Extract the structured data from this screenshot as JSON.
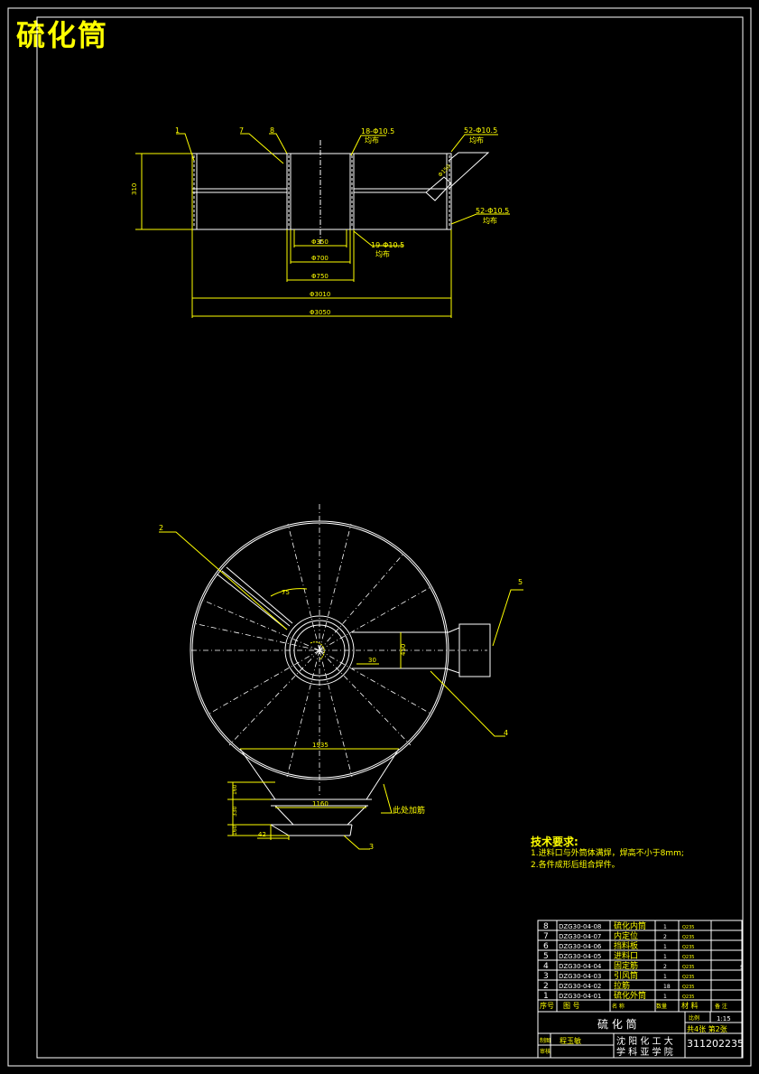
{
  "title": "硫化筒",
  "colors": {
    "background": "#000000",
    "line": "#ffffff",
    "annotation": "#ffff00"
  },
  "top_view": {
    "leaders": [
      "1",
      "7",
      "8",
      "18-Φ10.5",
      "均布",
      "52-Φ10.5",
      "均布",
      "52-Φ10.5",
      "均布",
      "19-Φ10.5",
      "均布"
    ],
    "dims": {
      "height": "310",
      "d1": "Φ350",
      "d2": "Φ700",
      "d3": "Φ750",
      "d4": "Φ3010",
      "d5": "Φ3050",
      "duct": "Φ150"
    }
  },
  "plan_view": {
    "leaders": [
      "2",
      "5",
      "4",
      "3"
    ],
    "dims": {
      "angle": "75",
      "inlet_w": "450",
      "offset": "30",
      "chord": "1935",
      "base": "1160",
      "h1": "160",
      "h2": "330",
      "h3": "160",
      "lip": "42"
    },
    "weld_note": "此处加筋"
  },
  "tech_requirements": {
    "heading": "技术要求:",
    "items": [
      "1.进料口与外筒体满焊，焊高不小于8mm;",
      "2.各件成形后组合焊件。"
    ]
  },
  "bom": {
    "rows": [
      {
        "no": "8",
        "code": "DZG30-04-08",
        "name": "硫化内筒",
        "qty": "1",
        "mat": "Q235"
      },
      {
        "no": "7",
        "code": "DZG30-04-07",
        "name": "内定位",
        "qty": "2",
        "mat": "Q235"
      },
      {
        "no": "6",
        "code": "DZG30-04-06",
        "name": "挡料板",
        "qty": "1",
        "mat": "Q235"
      },
      {
        "no": "5",
        "code": "DZG30-04-05",
        "name": "进料口",
        "qty": "1",
        "mat": "Q235"
      },
      {
        "no": "4",
        "code": "DZG30-04-04",
        "name": "固定筋",
        "qty": "2",
        "mat": "Q235"
      },
      {
        "no": "3",
        "code": "DZG30-04-03",
        "name": "引风筒",
        "qty": "1",
        "mat": "Q235"
      },
      {
        "no": "2",
        "code": "DZG30-04-02",
        "name": "拉筋",
        "qty": "18",
        "mat": "Q235"
      },
      {
        "no": "1",
        "code": "DZG30-04-01",
        "name": "硫化外筒",
        "qty": "1",
        "mat": "Q235"
      }
    ],
    "header": {
      "no": "序号",
      "code": "图    号",
      "name": "名    称",
      "qty": "数量",
      "mat": "材    料",
      "note": "备 注"
    },
    "part_title": "硫 化 筒",
    "scale_label": "比例",
    "scale": "1:15",
    "sheet_info": "共4张 第2张",
    "drawn_label": "制图",
    "drawn_by": "程玉敏",
    "check_label": "审核",
    "school_line1": "沈 阳 化 工 大",
    "school_line2": "学 科 亚 学 院",
    "code": "311202235",
    "side_mark": "5"
  }
}
